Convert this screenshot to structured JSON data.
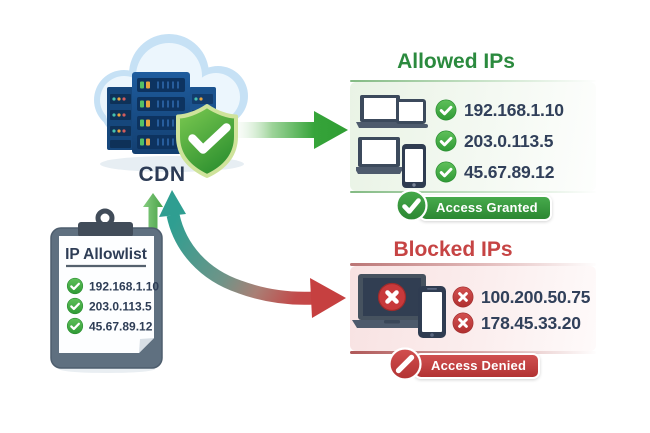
{
  "cdn": {
    "label": "CDN"
  },
  "clipboard": {
    "title": "IP Allowlist",
    "entries": [
      "192.168.1.10",
      "203.0.113.5",
      "45.67.89.12"
    ]
  },
  "allowed": {
    "title": "Allowed IPs",
    "ips": [
      "192.168.1.10",
      "203.0.113.5",
      "45.67.89.12"
    ],
    "badge_label": "Access Granted"
  },
  "blocked": {
    "title": "Blocked IPs",
    "ips": [
      "100.200.50.75",
      "178.45.33.20"
    ],
    "badge_label": "Access Denied"
  },
  "icons": {
    "cdn": [
      "cloud-icon",
      "server-rack-icon",
      "shield-check-icon"
    ],
    "allowed_mark": "check-circle-icon",
    "blocked_mark": "x-circle-icon",
    "granted_badge_mark": "check-circle-icon",
    "denied_badge_mark": "slash-circle-icon",
    "allowed_devices": [
      "laptop-icon",
      "tablet-icon",
      "smartphone-icon"
    ],
    "blocked_devices": [
      "laptop-blocked-icon",
      "smartphone-icon"
    ],
    "flows": [
      "arrow-right-allowed",
      "arrow-up-allowlist",
      "arrow-curved-blocked"
    ]
  },
  "colors": {
    "allowed_accent": "#2b8a3e",
    "blocked_accent": "#c64444",
    "ip_text": "#31405a",
    "check_green": "#3aa23f",
    "cross_red": "#c0392b",
    "server_blue": "#123f70",
    "cloud_blue": "#cfe6f7"
  }
}
